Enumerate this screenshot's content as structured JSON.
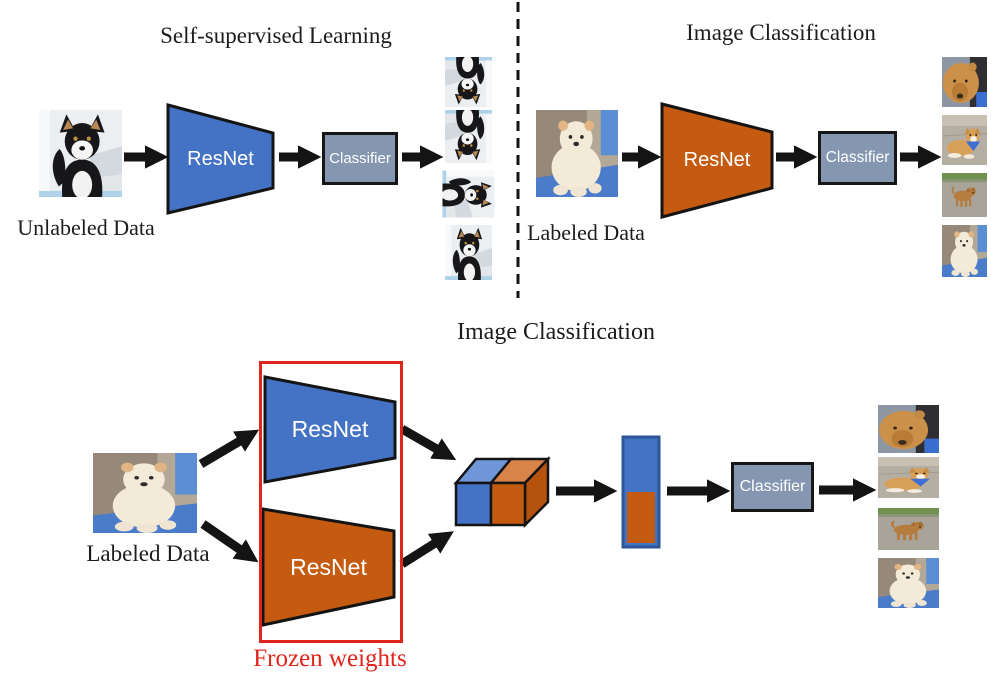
{
  "colors": {
    "resnet_blue": "#4472C4",
    "resnet_orange": "#C55A11",
    "classifier_fill": "#8496B0",
    "frozen_red": "#E0261C",
    "arrow_black": "#141414"
  },
  "top_left_panel": {
    "title": "Self-supervised Learning",
    "input_label": "Unlabeled Data",
    "input_image": "black-shiba-dog-photo",
    "encoder_label": "ResNet",
    "classifier_label": "Classifier",
    "outputs": [
      "shiba-rotated-180",
      "shiba-flipped-180",
      "shiba-rotated-90",
      "shiba-upright"
    ]
  },
  "top_right_panel": {
    "title": "Image Classification",
    "input_label": "Labeled Data",
    "input_image": "cream-chow-dog-photo",
    "encoder_label": "ResNet",
    "classifier_label": "Classifier",
    "outputs": [
      "chow-closeup-photo",
      "shiba-bandana-photo",
      "brown-puppy-photo",
      "cream-chow-photo"
    ]
  },
  "bottom_panel": {
    "title": "Image Classification",
    "input_label": "Labeled Data",
    "input_image": "cream-chow-dog-photo",
    "encoder_top_label": "ResNet",
    "encoder_bottom_label": "ResNet",
    "frozen_box_label": "Frozen weights",
    "classifier_label": "Classifier",
    "outputs": [
      "chow-closeup-photo",
      "shiba-bandana-photo",
      "brown-puppy-photo",
      "cream-chow-photo"
    ]
  }
}
